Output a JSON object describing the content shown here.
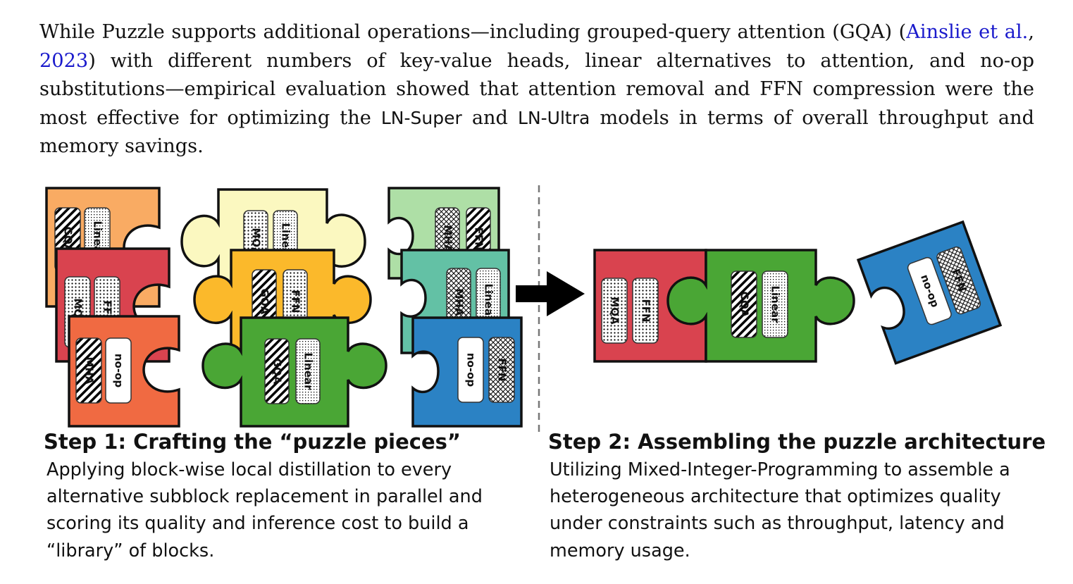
{
  "paragraph": {
    "part1": "While Puzzle supports additional operations—including grouped-query attention (GQA) (",
    "cite_author": "Ainslie et al.",
    "cite_sep": ", ",
    "cite_year": "2023",
    "part2": ") with different numbers of key-value heads, linear alternatives to attention, and no-op substitutions—empirical evaluation showed that attention removal and FFN compression were the most effective for optimizing the ",
    "model_super": "LN-Super",
    "part3": " and ",
    "model_ultra": "LN-Ultra",
    "part4": " models in terms of overall throughput and memory savings."
  },
  "step1": {
    "title": "Step 1: Crafting the “puzzle pieces”",
    "description": "Applying block-wise local distillation to every alternative subblock replacement in parallel and scoring its quality and inference cost to build a “library” of blocks."
  },
  "step2": {
    "title": "Step 2: Assembling the puzzle architecture",
    "description": "Utilizing Mixed-Integer-Programming to assemble a heterogeneous architecture that optimizes quality under constraints such as throughput, latency and memory usage."
  },
  "piece_labels": {
    "gqa": "GQA",
    "mqa": "MQA",
    "mha": "MHA",
    "ffn": "FFN",
    "linear": "Linear",
    "noop": "no-op"
  },
  "colors": {
    "orange": "#f9ab63",
    "crimson": "#d9434f",
    "coral": "#f06a42",
    "pale_yellow": "#fbf8c0",
    "amber": "#fbb92b",
    "green": "#4aa635",
    "mint": "#aedfa6",
    "teal": "#63c1a5",
    "blue": "#2b82c4",
    "cite_link": "#1a1acc"
  }
}
